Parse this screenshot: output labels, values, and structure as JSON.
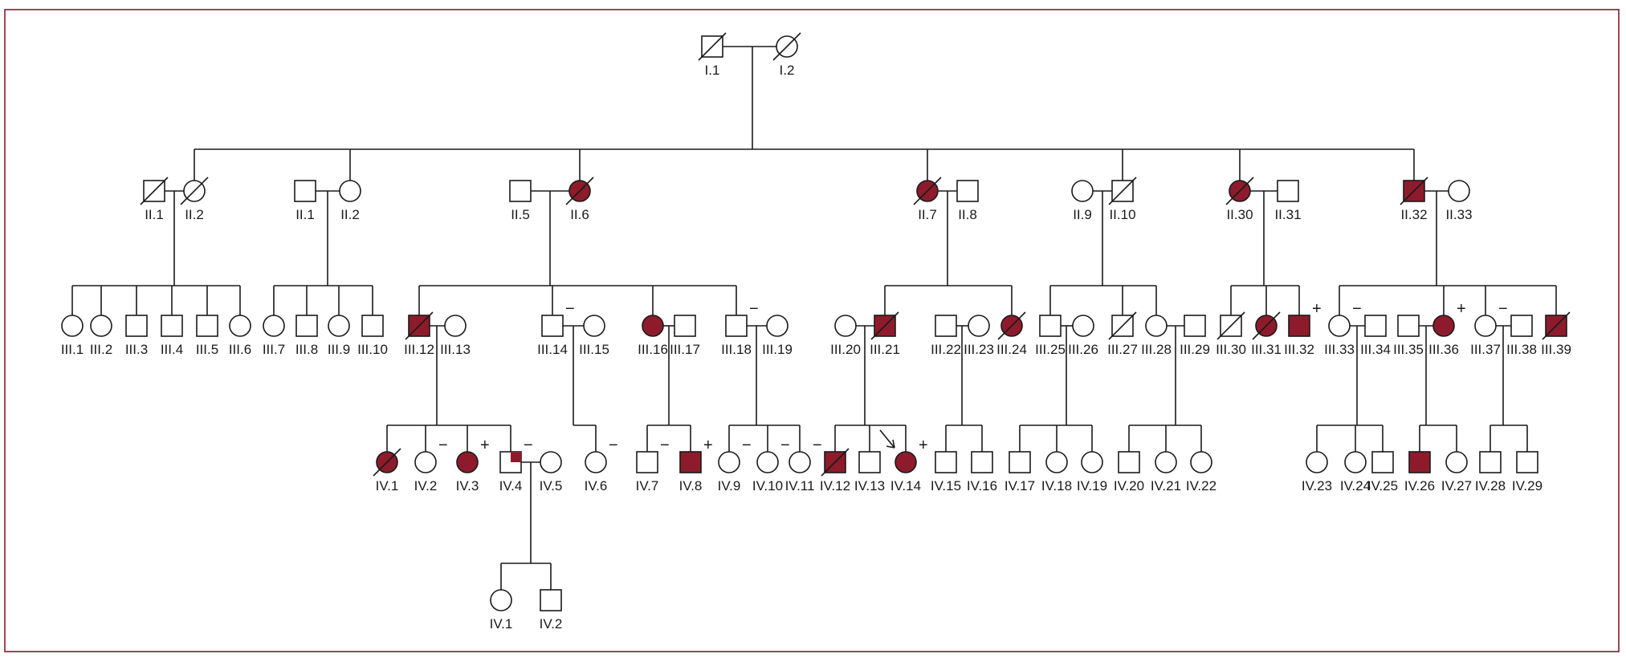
{
  "colors": {
    "affected": "#8e1b2b",
    "unaffected": "#ffffff",
    "line": "#1a1a1a",
    "frame": "#7a1e2c"
  },
  "people": [
    {
      "id": "g1a",
      "label": "I.1",
      "sex": "M",
      "affected": false,
      "deceased": true
    },
    {
      "id": "g1b",
      "label": "I.2",
      "sex": "F",
      "affected": false,
      "deceased": true
    },
    {
      "id": "g2a",
      "label": "II.1",
      "sex": "M",
      "affected": false,
      "deceased": true
    },
    {
      "id": "g2b",
      "label": "II.2",
      "sex": "F",
      "affected": false,
      "deceased": true
    },
    {
      "id": "g2c",
      "label": "II.1",
      "sex": "M",
      "affected": false
    },
    {
      "id": "g2d",
      "label": "II.2",
      "sex": "F",
      "affected": false
    },
    {
      "id": "g2e",
      "label": "II.5",
      "sex": "M",
      "affected": false
    },
    {
      "id": "g2f",
      "label": "II.6",
      "sex": "F",
      "affected": true,
      "deceased": true
    },
    {
      "id": "g2g",
      "label": "II.7",
      "sex": "F",
      "affected": true,
      "deceased": true
    },
    {
      "id": "g2h",
      "label": "II.8",
      "sex": "M",
      "affected": false
    },
    {
      "id": "g2i",
      "label": "II.9",
      "sex": "F",
      "affected": false
    },
    {
      "id": "g2j",
      "label": "II.10",
      "sex": "M",
      "affected": false,
      "deceased": true
    },
    {
      "id": "g2k",
      "label": "II.30",
      "sex": "F",
      "affected": true,
      "deceased": true
    },
    {
      "id": "g2l",
      "label": "II.31",
      "sex": "M",
      "affected": false
    },
    {
      "id": "g2m",
      "label": "II.32",
      "sex": "M",
      "affected": true,
      "deceased": true
    },
    {
      "id": "g2n",
      "label": "II.33",
      "sex": "F",
      "affected": false
    },
    {
      "id": "g3_1",
      "label": "III.1",
      "sex": "F",
      "affected": false
    },
    {
      "id": "g3_2",
      "label": "III.2",
      "sex": "F",
      "affected": false
    },
    {
      "id": "g3_3",
      "label": "III.3",
      "sex": "M",
      "affected": false
    },
    {
      "id": "g3_4",
      "label": "III.4",
      "sex": "M",
      "affected": false
    },
    {
      "id": "g3_5",
      "label": "III.5",
      "sex": "M",
      "affected": false
    },
    {
      "id": "g3_6",
      "label": "III.6",
      "sex": "F",
      "affected": false
    },
    {
      "id": "g3_7",
      "label": "III.7",
      "sex": "F",
      "affected": false
    },
    {
      "id": "g3_8",
      "label": "III.8",
      "sex": "M",
      "affected": false
    },
    {
      "id": "g3_9",
      "label": "III.9",
      "sex": "F",
      "affected": false
    },
    {
      "id": "g3_10",
      "label": "III.10",
      "sex": "M",
      "affected": false
    },
    {
      "id": "g3_12",
      "label": "III.12",
      "sex": "M",
      "affected": true,
      "deceased": true
    },
    {
      "id": "g3_13",
      "label": "III.13",
      "sex": "F",
      "affected": false
    },
    {
      "id": "g3_14",
      "label": "III.14",
      "sex": "M",
      "affected": false,
      "test": "−"
    },
    {
      "id": "g3_15",
      "label": "III.15",
      "sex": "F",
      "affected": false
    },
    {
      "id": "g3_16",
      "label": "III.16",
      "sex": "F",
      "affected": true
    },
    {
      "id": "g3_17",
      "label": "III.17",
      "sex": "M",
      "affected": false
    },
    {
      "id": "g3_18",
      "label": "III.18",
      "sex": "M",
      "affected": false,
      "test": "−"
    },
    {
      "id": "g3_19",
      "label": "III.19",
      "sex": "F",
      "affected": false
    },
    {
      "id": "g3_20",
      "label": "III.20",
      "sex": "F",
      "affected": false
    },
    {
      "id": "g3_21",
      "label": "III.21",
      "sex": "M",
      "affected": true,
      "deceased": true
    },
    {
      "id": "g3_22",
      "label": "III.22",
      "sex": "M",
      "affected": false
    },
    {
      "id": "g3_23",
      "label": "III.23",
      "sex": "F",
      "affected": false
    },
    {
      "id": "g3_24",
      "label": "III.24",
      "sex": "F",
      "affected": true,
      "deceased": true
    },
    {
      "id": "g3_25",
      "label": "III.25",
      "sex": "M",
      "affected": false
    },
    {
      "id": "g3_26",
      "label": "III.26",
      "sex": "F",
      "affected": false
    },
    {
      "id": "g3_27",
      "label": "III.27",
      "sex": "M",
      "affected": false,
      "deceased": true
    },
    {
      "id": "g3_28",
      "label": "III.28",
      "sex": "F",
      "affected": false
    },
    {
      "id": "g3_29",
      "label": "III.29",
      "sex": "M",
      "affected": false
    },
    {
      "id": "g3_30",
      "label": "III.30",
      "sex": "M",
      "affected": false,
      "deceased": true
    },
    {
      "id": "g3_31",
      "label": "III.31",
      "sex": "F",
      "affected": true,
      "deceased": true
    },
    {
      "id": "g3_32",
      "label": "III.32",
      "sex": "M",
      "affected": true,
      "test": "+"
    },
    {
      "id": "g3_33",
      "label": "III.33",
      "sex": "F",
      "affected": false,
      "test": "−"
    },
    {
      "id": "g3_34",
      "label": "III.34",
      "sex": "M",
      "affected": false
    },
    {
      "id": "g3_35",
      "label": "III.35",
      "sex": "M",
      "affected": false
    },
    {
      "id": "g3_36",
      "label": "III.36",
      "sex": "F",
      "affected": true,
      "test": "+"
    },
    {
      "id": "g3_37",
      "label": "III.37",
      "sex": "F",
      "affected": false,
      "test": "−"
    },
    {
      "id": "g3_38",
      "label": "III.38",
      "sex": "M",
      "affected": false
    },
    {
      "id": "g3_39",
      "label": "III.39",
      "sex": "M",
      "affected": true,
      "deceased": true
    },
    {
      "id": "g4_1",
      "label": "IV.1",
      "sex": "F",
      "affected": true,
      "deceased": true
    },
    {
      "id": "g4_2",
      "label": "IV.2",
      "sex": "F",
      "affected": false,
      "test": "−"
    },
    {
      "id": "g4_3",
      "label": "IV.3",
      "sex": "F",
      "affected": true,
      "test": "+"
    },
    {
      "id": "g4_4",
      "label": "IV.4",
      "sex": "M",
      "affected": false,
      "partial": true,
      "test": "−"
    },
    {
      "id": "g4_5",
      "label": "IV.5",
      "sex": "F",
      "affected": false
    },
    {
      "id": "g4_6",
      "label": "IV.6",
      "sex": "F",
      "affected": false,
      "test": "−"
    },
    {
      "id": "g4_7",
      "label": "IV.7",
      "sex": "M",
      "affected": false,
      "test": "−"
    },
    {
      "id": "g4_8",
      "label": "IV.8",
      "sex": "M",
      "affected": true,
      "test": "+"
    },
    {
      "id": "g4_9",
      "label": "IV.9",
      "sex": "F",
      "affected": false,
      "test": "−"
    },
    {
      "id": "g4_10",
      "label": "IV.10",
      "sex": "F",
      "affected": false,
      "test": "−"
    },
    {
      "id": "g4_11",
      "label": "IV.11",
      "sex": "F",
      "affected": false,
      "test": "−"
    },
    {
      "id": "g4_12",
      "label": "IV.12",
      "sex": "M",
      "affected": true,
      "deceased": true
    },
    {
      "id": "g4_13",
      "label": "IV.13",
      "sex": "M",
      "affected": false
    },
    {
      "id": "g4_14",
      "label": "IV.14",
      "sex": "F",
      "affected": true,
      "test": "+",
      "proband": true
    },
    {
      "id": "g4_15",
      "label": "IV.15",
      "sex": "M",
      "affected": false
    },
    {
      "id": "g4_16",
      "label": "IV.16",
      "sex": "M",
      "affected": false
    },
    {
      "id": "g4_17",
      "label": "IV.17",
      "sex": "M",
      "affected": false
    },
    {
      "id": "g4_18",
      "label": "IV.18",
      "sex": "F",
      "affected": false
    },
    {
      "id": "g4_19",
      "label": "IV.19",
      "sex": "F",
      "affected": false
    },
    {
      "id": "g4_20",
      "label": "IV.20",
      "sex": "M",
      "affected": false
    },
    {
      "id": "g4_21",
      "label": "IV.21",
      "sex": "F",
      "affected": false
    },
    {
      "id": "g4_22",
      "label": "IV.22",
      "sex": "F",
      "affected": false
    },
    {
      "id": "g4_23",
      "label": "IV.23",
      "sex": "F",
      "affected": false
    },
    {
      "id": "g4_24",
      "label": "IV.24",
      "sex": "F",
      "affected": false
    },
    {
      "id": "g4_25",
      "label": "IV.25",
      "sex": "M",
      "affected": false
    },
    {
      "id": "g4_26",
      "label": "IV.26",
      "sex": "M",
      "affected": true
    },
    {
      "id": "g4_27",
      "label": "IV.27",
      "sex": "F",
      "affected": false
    },
    {
      "id": "g4_28",
      "label": "IV.28",
      "sex": "M",
      "affected": false
    },
    {
      "id": "g4_29",
      "label": "IV.29",
      "sex": "M",
      "affected": false
    },
    {
      "id": "g5_1",
      "label": "IV.1",
      "sex": "F",
      "affected": false
    },
    {
      "id": "g5_2",
      "label": "IV.2",
      "sex": "M",
      "affected": false
    }
  ]
}
